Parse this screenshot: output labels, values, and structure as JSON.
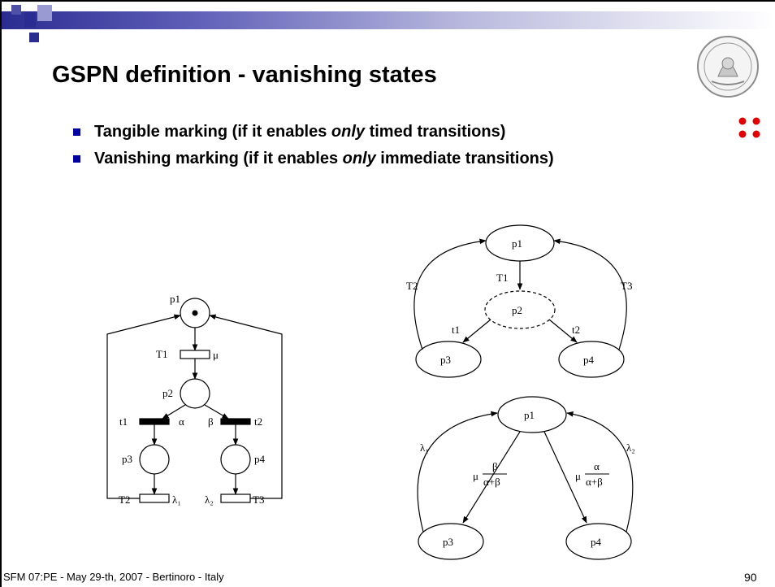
{
  "slide": {
    "title": "GSPN definition - vanishing states",
    "bullets": [
      {
        "pre": "Tangible marking (if it enables ",
        "em": "only",
        "post": " timed transitions)"
      },
      {
        "pre": "Vanishing marking (if it enables ",
        "em": "only",
        "post": " immediate transitions)"
      }
    ],
    "footer": "SFM 07:PE - May 29-th, 2007 - Bertinoro - Italy",
    "page_number": "90"
  },
  "petri_net": {
    "places": {
      "p1": "p1",
      "p2": "p2",
      "p3": "p3",
      "p4": "p4"
    },
    "timed_transitions": {
      "T1": "T1",
      "T2": "T2",
      "T3": "T3"
    },
    "immediate_transitions": {
      "t1": "t1",
      "t2": "t2"
    },
    "rates": {
      "mu": "μ",
      "lambda1": "λ₁",
      "lambda2": "λ₂"
    },
    "weights": {
      "alpha": "α",
      "beta": "β"
    }
  },
  "reachability_graph": {
    "nodes": {
      "p1": "p1",
      "p2": "p2",
      "p3": "p3",
      "p4": "p4"
    },
    "edges": {
      "T1": "T1",
      "T2": "T2",
      "T3": "T3",
      "t1": "t1",
      "t2": "t2"
    }
  },
  "reduced_graph": {
    "nodes": {
      "p1": "p1",
      "p3": "p3",
      "p4": "p4"
    },
    "edges": {
      "lambda1": "λ₁",
      "lambda2": "λ₂",
      "mu": "μ",
      "beta": "β",
      "alpha": "α",
      "denominator": "α+β"
    }
  },
  "colors": {
    "band_dark": "#2b2c91",
    "accent_dots": "#e00000",
    "bullet_mark": "#0000a0"
  }
}
